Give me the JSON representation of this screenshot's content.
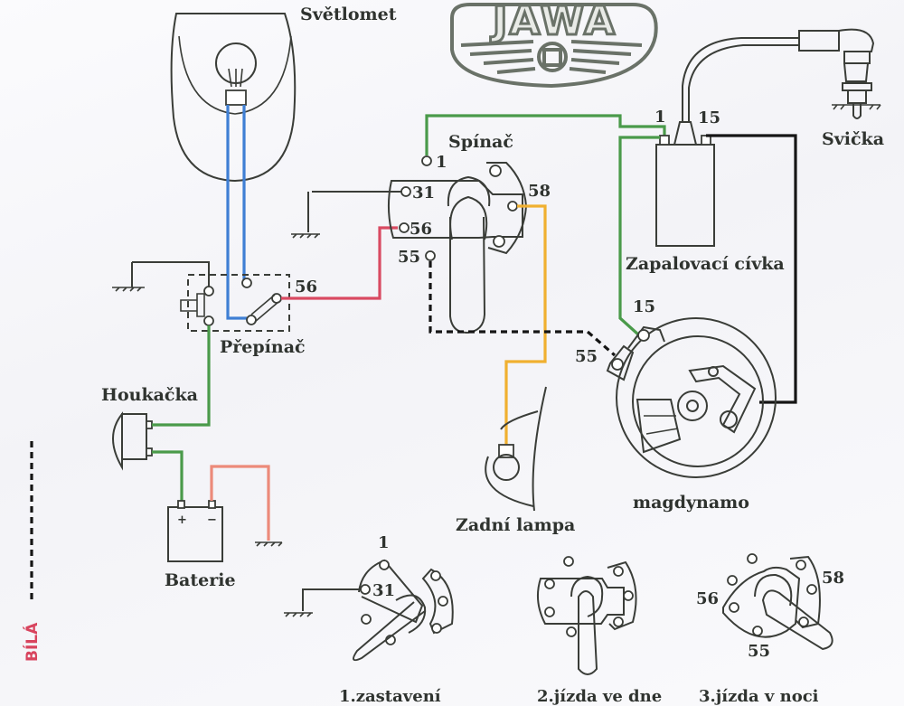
{
  "diagram": {
    "title_logo": "JAWA",
    "components": {
      "headlight": "Světlomet",
      "switch": "Spínač",
      "ignition_coil": "Zapalovací cívka",
      "spark_plug": "Svička",
      "selector": "Přepínač",
      "horn": "Houkačka",
      "battery": "Baterie",
      "tail_lamp": "Zadní lampa",
      "magdynamo": "magdynamo"
    },
    "terminals": {
      "switch_1": "1",
      "switch_31": "31",
      "switch_56": "56",
      "switch_55": "55",
      "switch_58": "58",
      "coil_1": "1",
      "coil_15": "15",
      "selector_56": "56",
      "magdynamo_15": "15",
      "magdynamo_55": "55",
      "battery_plus": "+",
      "battery_minus": "−"
    },
    "switch_positions": [
      {
        "label": "1.zastavení",
        "terminals": [
          "1",
          "31"
        ]
      },
      {
        "label": "2.jízda ve dne",
        "terminals": []
      },
      {
        "label": "3.jízda v noci",
        "terminals": [
          "56",
          "58",
          "55"
        ]
      }
    ],
    "legend": {
      "dashed_line_label": "BÍLÁ"
    },
    "wire_colors": {
      "green": "#4a9a4a",
      "blue": "#3f7fd4",
      "red": "#d94a62",
      "orange": "#f0b030",
      "salmon": "#ec8a7a",
      "black": "#151515",
      "white_dashed": "#151515"
    }
  }
}
